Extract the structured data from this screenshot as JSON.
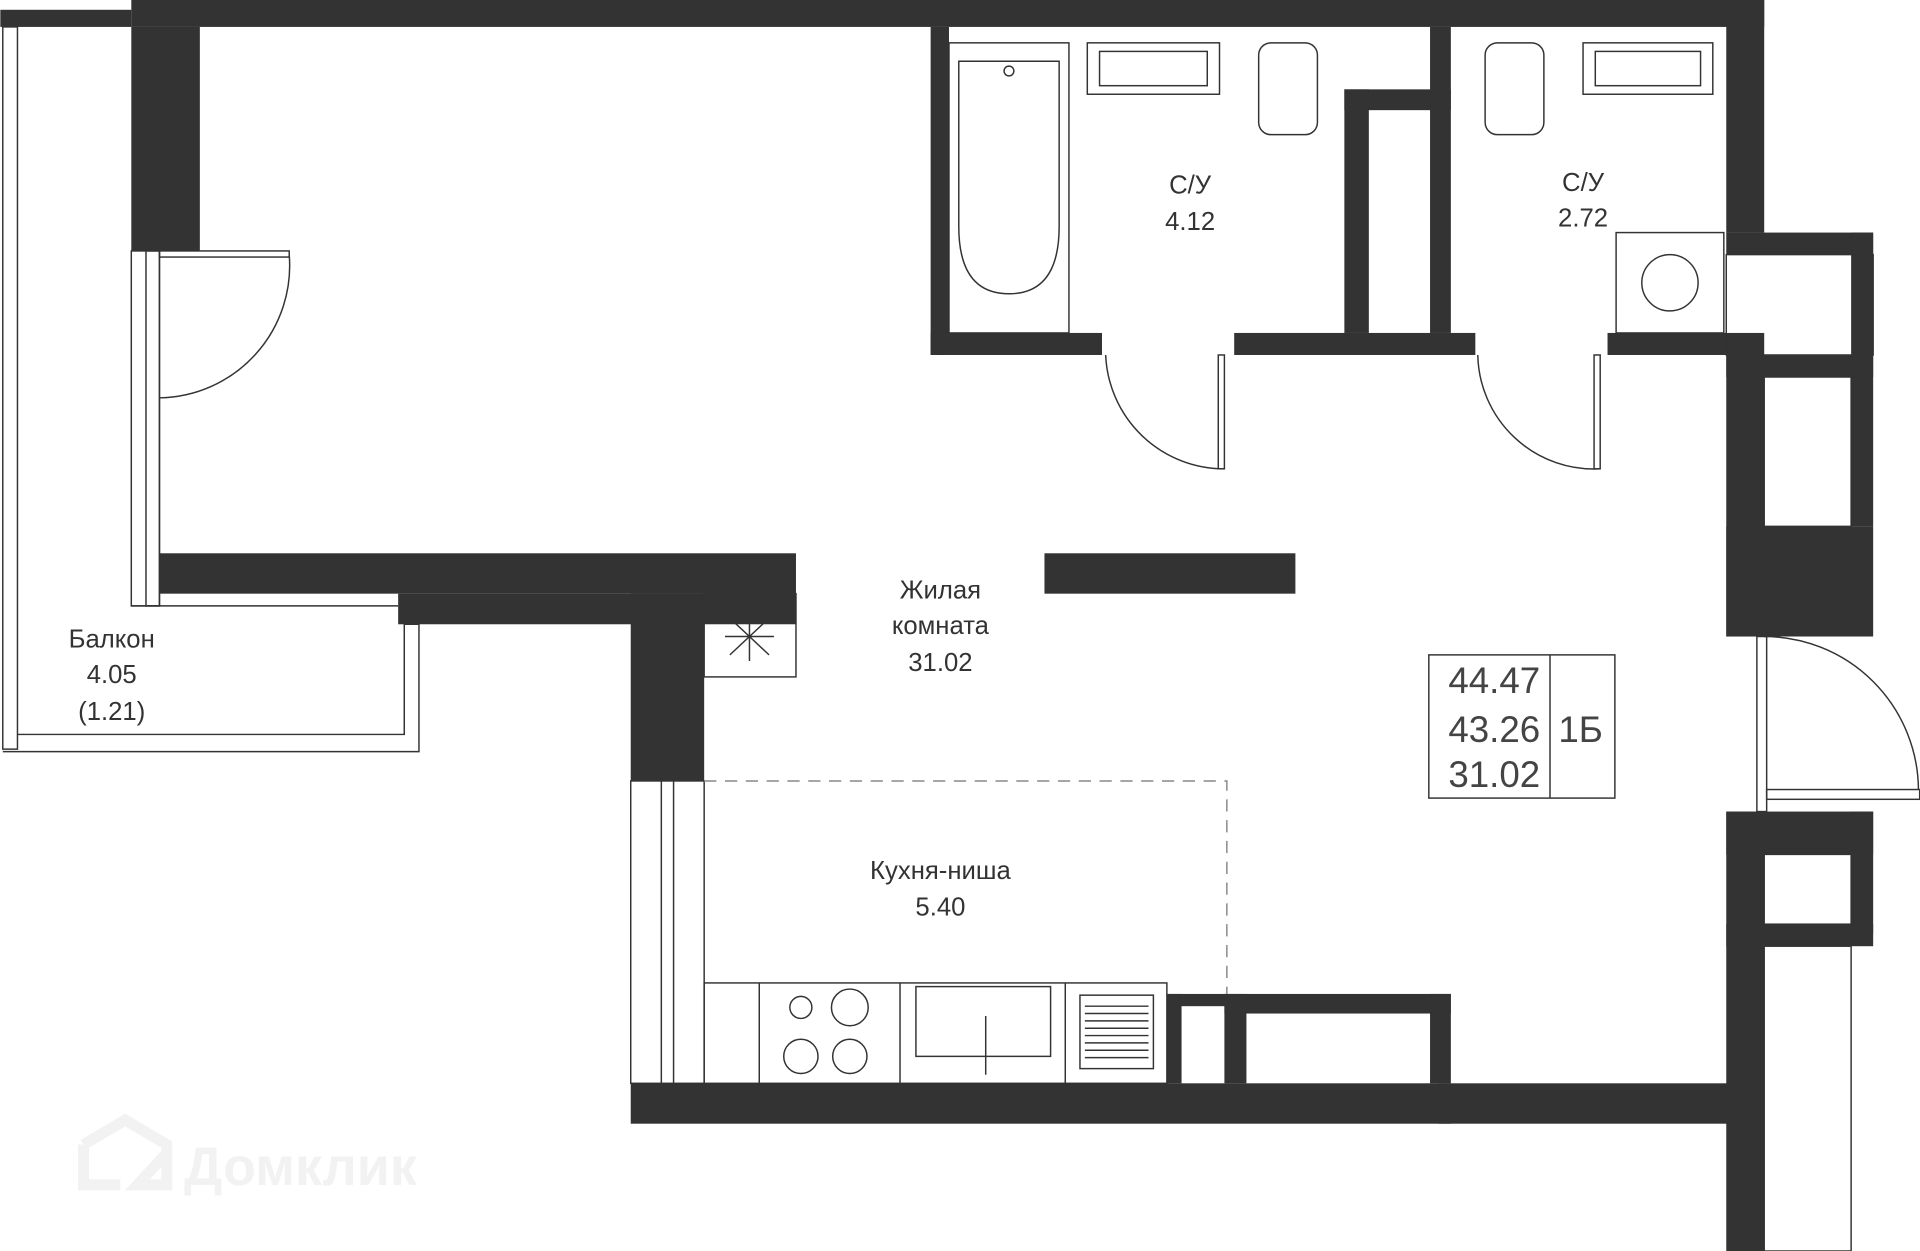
{
  "rooms": {
    "bathroom1": {
      "name": "С/У",
      "area": "4.12"
    },
    "bathroom2": {
      "name": "С/У",
      "area": "2.72"
    },
    "living": {
      "name_line1": "Жилая",
      "name_line2": "комната",
      "area": "31.02"
    },
    "kitchen": {
      "name": "Кухня-ниша",
      "area": "5.40"
    },
    "balcony": {
      "name": "Балкон",
      "area": "4.05",
      "reduced_area": "(1.21)"
    }
  },
  "summary": {
    "total_area": "44.47",
    "area_without_balcony": "43.26",
    "living_area": "31.02",
    "type": "1Б"
  },
  "watermark": "Домклик",
  "colors": {
    "wall": "#333333",
    "watermark": "#f2f2f2"
  }
}
